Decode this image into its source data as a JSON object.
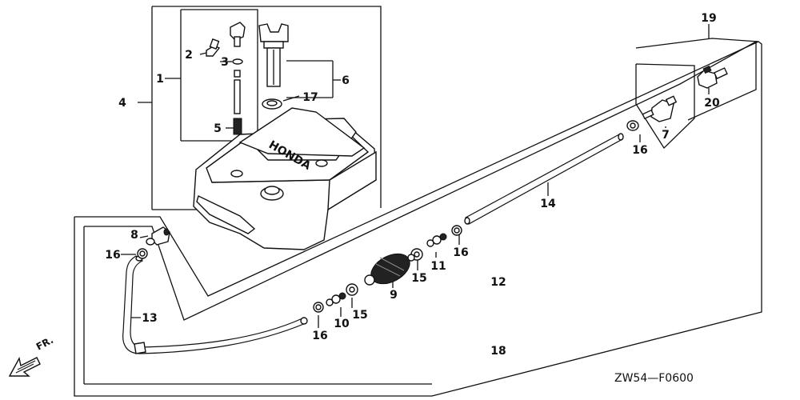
{
  "diagram": {
    "callouts": {
      "c1": "1",
      "c2": "2",
      "c3": "3",
      "c4": "4",
      "c5": "5",
      "c6": "6",
      "c7": "7",
      "c8": "8",
      "c9": "9",
      "c10": "10",
      "c11": "11",
      "c12": "12",
      "c13": "13",
      "c14": "14",
      "c15a": "15",
      "c15b": "15",
      "c16a": "16",
      "c16b": "16",
      "c16c": "16",
      "c16d": "16",
      "c17": "17",
      "c18": "18",
      "c19": "19",
      "c20": "20"
    },
    "tank_logo": "HONDA",
    "direction_label": "FR.",
    "figure_code": "ZW54—F0600"
  }
}
